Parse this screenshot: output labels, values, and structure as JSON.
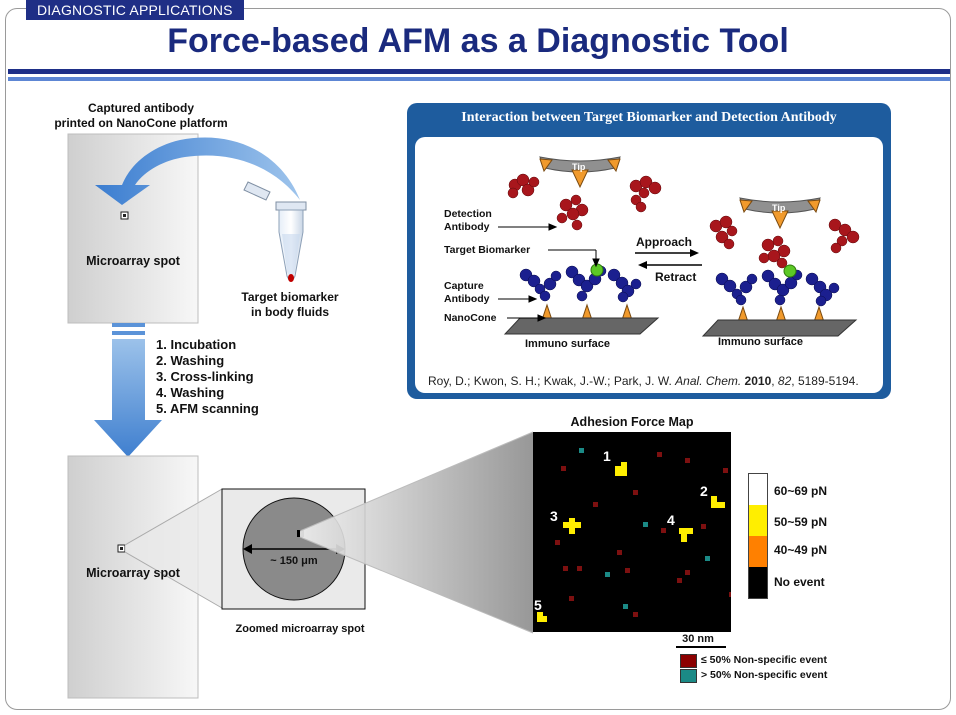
{
  "header": {
    "tag": "DIAGNOSTIC APPLICATIONS",
    "title": "Force-based AFM as a Diagnostic Tool"
  },
  "left": {
    "captured_label": "Captured antibody\nprinted on NanoCone platform",
    "spot_label_top": "Microarray spot",
    "target_label": "Target biomarker\nin body fluids",
    "steps": [
      "1. Incubation",
      "2. Washing",
      "3. Cross-linking",
      "4. Washing",
      "5. AFM scanning"
    ],
    "spot_label_bottom": "Microarray spot",
    "diameter_label": "~ 150 μm",
    "zoomed_label": "Zoomed microarray spot"
  },
  "panel": {
    "title": "Interaction between Target Biomarker and Detection Antibody",
    "tip": "Tip",
    "detection_antibody": "Detection\nAntibody",
    "target_biomarker": "Target Biomarker",
    "capture_antibody": "Capture\nAntibody",
    "nanocone": "NanoCone",
    "approach": "Approach",
    "retract": "Retract",
    "surface_left": "Immuno surface",
    "surface_right": "Immuno surface",
    "citation_authors": "Roy, D.; Kwon, S. H.; Kwak, J.-W.; Park, J. W. ",
    "citation_journal": "Anal. Chem.",
    "citation_year": "2010",
    "citation_volume": "82",
    "citation_pages": ", 5189-5194."
  },
  "map": {
    "title": "Adhesion Force Map",
    "scale_label": "30 nm",
    "event_labels": [
      "1",
      "2",
      "3",
      "4",
      "5"
    ],
    "legend": [
      {
        "label": "60~69 pN",
        "color": "#ffffff"
      },
      {
        "label": "50~59 pN",
        "color": "#ffee00"
      },
      {
        "label": "40~49 pN",
        "color": "#ff8000"
      },
      {
        "label": "No event",
        "color": "#000000"
      }
    ],
    "nonspecific": [
      {
        "label": "≤ 50% Non-specific event",
        "color": "#8b0000"
      },
      {
        "label": "> 50% Non-specific event",
        "color": "#1b8a86"
      }
    ]
  }
}
